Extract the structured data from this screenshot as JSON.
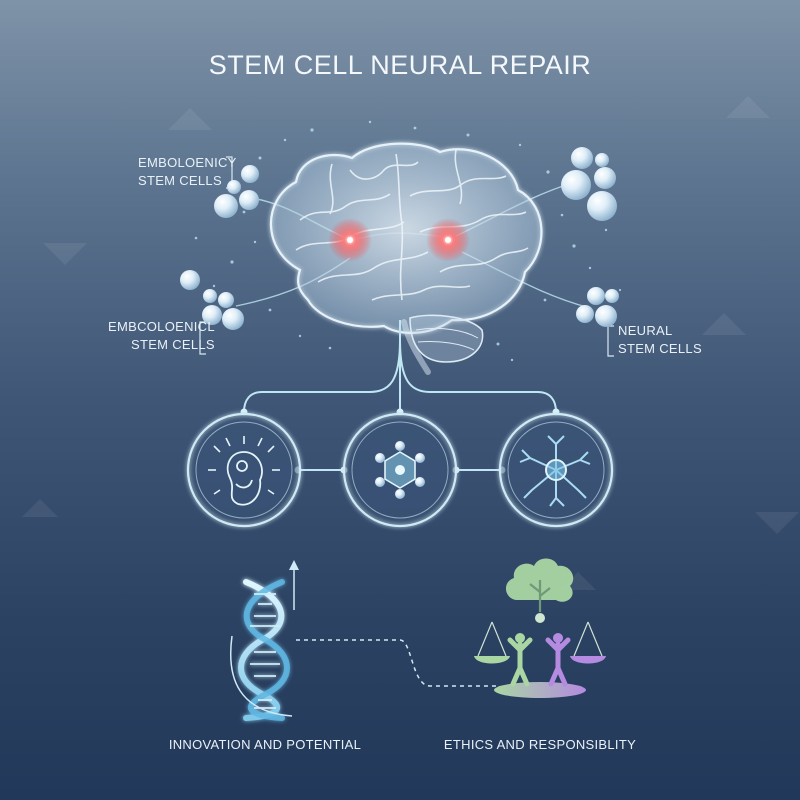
{
  "title": "STEM CELL NEURAL REPAIR",
  "cell_labels": {
    "top_left": [
      "EMBOLOENICY",
      "STEM CELLS"
    ],
    "mid_left": [
      "EMBCOLOENICL",
      "STEM CELLS"
    ],
    "right": [
      "NEURAL",
      "STEM CELLS"
    ]
  },
  "bottom": {
    "innovation": "INNOVATION AND POTENTIAL",
    "ethics": "ETHICS AND RESPONSIBLITY"
  },
  "icons": [
    "brain-icon",
    "embryo-icon",
    "stem-cell-cluster-icon",
    "neuron-icon",
    "dna-helix-icon",
    "balance-scale-icon",
    "tree-icon",
    "people-icon"
  ],
  "colors": {
    "accent_glow": "#a8e4f5",
    "hotspot": "#ff5a5a",
    "line": "#bfe6f2",
    "ethics_gradient_start": "#a9d6a3",
    "ethics_gradient_end": "#b48be0"
  }
}
